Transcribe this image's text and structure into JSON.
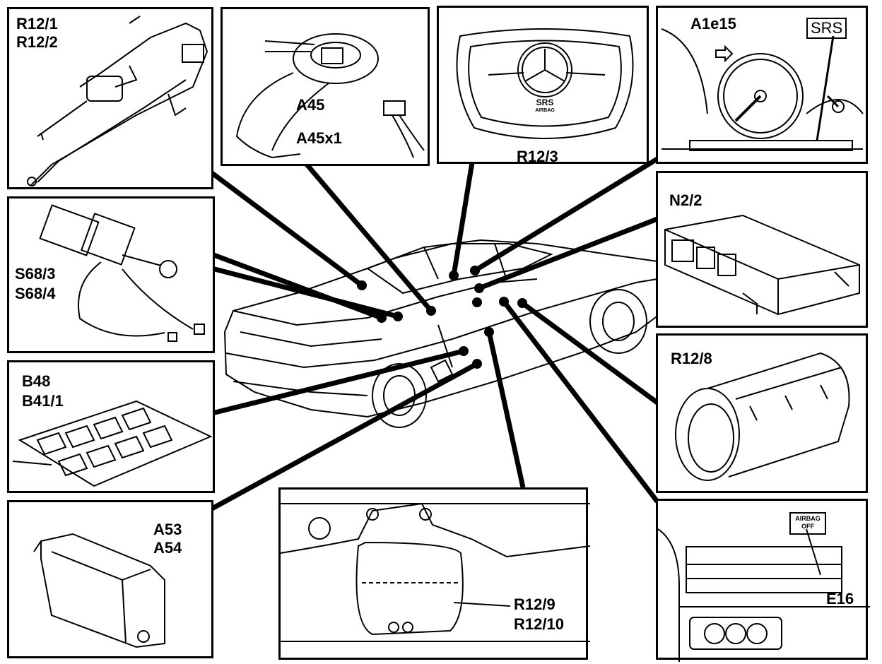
{
  "labels": {
    "r12_1": "R12/1",
    "r12_2": "R12/2",
    "a45": "A45",
    "a45x1": "A45x1",
    "srs_wheel": "SRS",
    "airbag_wheel": "AIRBAG",
    "r12_3": "R12/3",
    "a1e15": "A1e15",
    "srs_cluster": "SRS",
    "n2_2": "N2/2",
    "s68_3": "S68/3",
    "s68_4": "S68/4",
    "r12_8": "R12/8",
    "b48": "B48",
    "b41_1": "B41/1",
    "a53": "A53",
    "a54": "A54",
    "r12_9": "R12/9",
    "r12_10": "R12/10",
    "airbag_off_1": "AIRBAG",
    "airbag_off_2": "OFF",
    "e16": "E16"
  }
}
